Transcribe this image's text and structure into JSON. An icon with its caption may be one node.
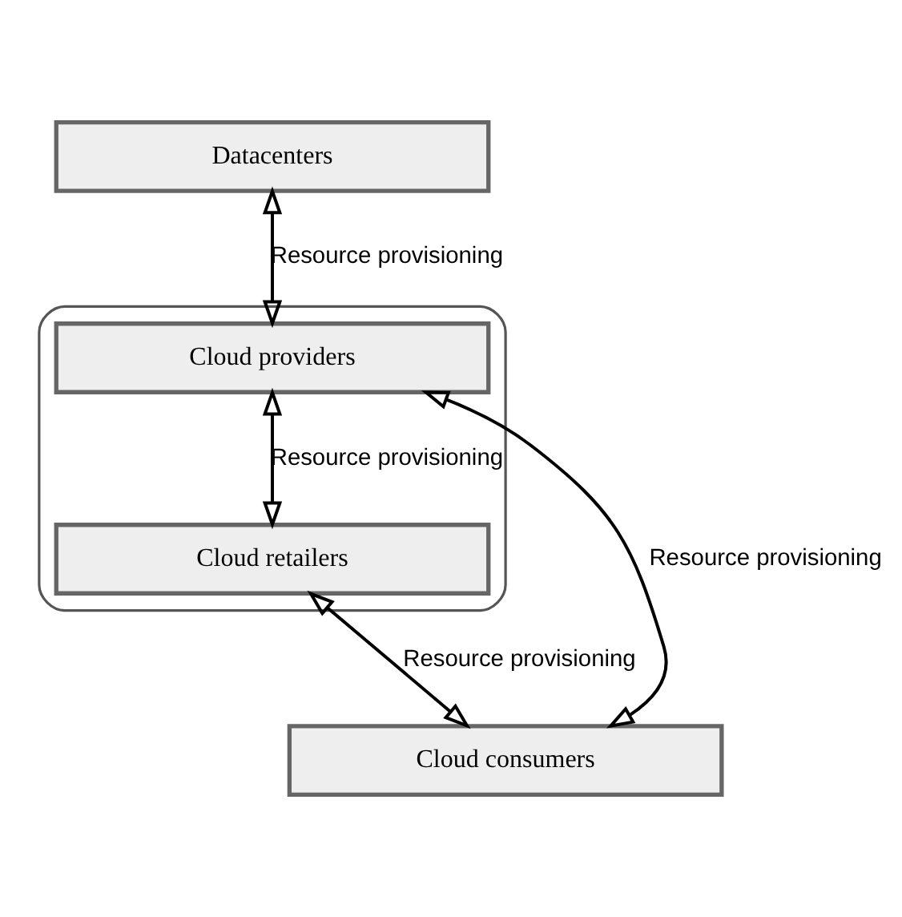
{
  "diagram": {
    "nodes": [
      {
        "text": [
          "Datacenters"
        ]
      },
      {
        "text": [],
        "shape": "cloud"
      },
      {
        "text": [
          "Cloud providers"
        ],
        "in": 1
      },
      {
        "text": [
          "Cloud retailers"
        ],
        "in": 1
      },
      {
        "text": [
          "Cloud consumers"
        ]
      }
    ],
    "edges": [
      {
        "from": 0,
        "to": 2,
        "arrow": "both",
        "label": "Resource provisioning"
      },
      {
        "from": 2,
        "to": 3,
        "arrow": "both",
        "label": "Resource provisioning"
      },
      {
        "from": 2,
        "to": 4,
        "arrow": "both",
        "label": "Resource provisioning"
      },
      {
        "from": 3,
        "to": 4,
        "arrow": "both",
        "label": "Resource provisioning"
      }
    ]
  }
}
